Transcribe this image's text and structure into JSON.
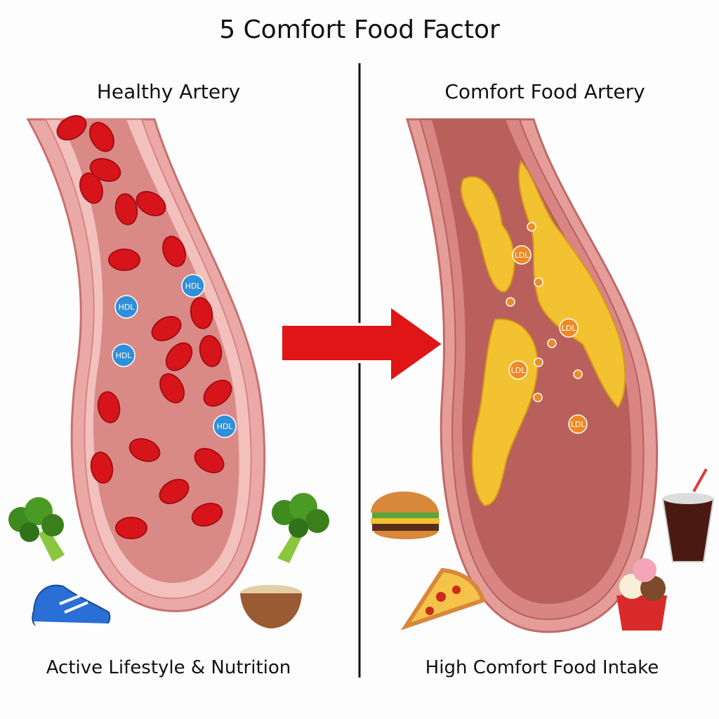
{
  "title": "5 Comfort Food Factor",
  "left": {
    "heading": "Healthy Artery",
    "caption": "Active Lifestyle & Nutrition",
    "molecule_label": "HDL",
    "icons": [
      "broccoli-icon",
      "running-shoe-icon",
      "oatmeal-bowl-icon",
      "broccoli-icon"
    ]
  },
  "right": {
    "heading": "Comfort Food Artery",
    "caption": "High Comfort Food Intake",
    "molecule_label": "LDL",
    "icons": [
      "burger-icon",
      "pizza-icon",
      "soda-icon",
      "ice-cream-icon"
    ]
  },
  "colors": {
    "arrow": "#e01515",
    "plaque": "#f2c230",
    "blood_cell": "#d8141b",
    "hdl": "#2f8fd8",
    "ldl": "#f08a24",
    "wall": "#e9a0a0",
    "lumen": "#d98a86"
  }
}
